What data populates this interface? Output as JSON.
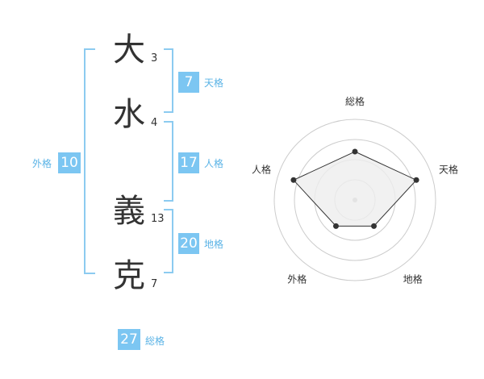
{
  "name": {
    "chars": [
      {
        "char": "大",
        "strokes": "3"
      },
      {
        "char": "水",
        "strokes": "4"
      },
      {
        "char": "義",
        "strokes": "13"
      },
      {
        "char": "克",
        "strokes": "7"
      }
    ]
  },
  "fortune": {
    "tenkaku": {
      "value": "7",
      "label": "天格"
    },
    "jinkaku": {
      "value": "17",
      "label": "人格"
    },
    "chikaku": {
      "value": "20",
      "label": "地格"
    },
    "gaikaku": {
      "value": "10",
      "label": "外格"
    },
    "soukaku": {
      "value": "27",
      "label": "総格"
    }
  },
  "chart_data": {
    "type": "radar",
    "axes": [
      "総格",
      "天格",
      "地格",
      "外格",
      "人格"
    ],
    "values": [
      3,
      4,
      2,
      2,
      4
    ],
    "max": 5,
    "rings": 4,
    "colors": {
      "fill": "#eeeeee",
      "stroke": "#333333",
      "grid": "#cccccc",
      "center": "#bbbbbb"
    }
  }
}
